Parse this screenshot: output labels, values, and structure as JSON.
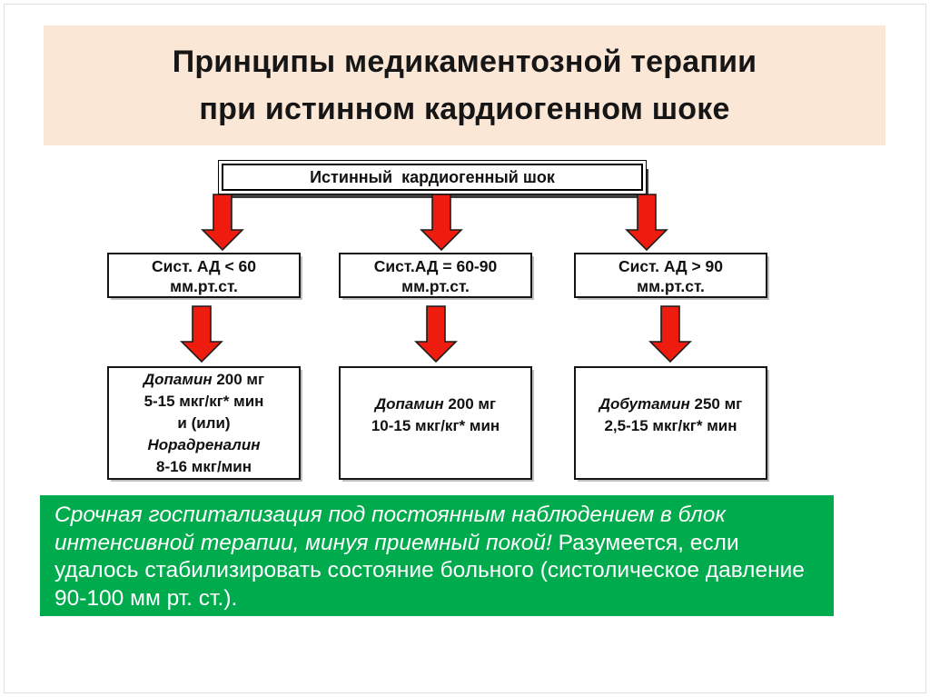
{
  "title": {
    "line1": "Принципы медикаментозной терапии",
    "line2": "при истинном кардиогенном шоке"
  },
  "flowchart": {
    "root": {
      "label": "Истинный  кардиогенный шок"
    },
    "columns": [
      {
        "bp": {
          "line1": "Сист. АД < 60",
          "line2": "мм.рт.ст."
        },
        "drug": {
          "name1": "Допамин",
          "rest1": " 200 мг",
          "line2": "5-15 мкг/кг* мин",
          "line3": "и (или)",
          "name2": "Норадреналин",
          "line5": "8-16 мкг/мин"
        }
      },
      {
        "bp": {
          "line1": "Сист.АД = 60-90",
          "line2": "мм.рт.ст."
        },
        "drug": {
          "name1": "Допамин",
          "rest1": " 200 мг",
          "line2": "10-15 мкг/кг* мин"
        }
      },
      {
        "bp": {
          "line1": "Сист. АД > 90",
          "line2": "мм.рт.ст."
        },
        "drug": {
          "name1": "Добутамин",
          "rest1": " 250 мг",
          "line2": "2,5-15 мкг/кг* мин"
        }
      }
    ]
  },
  "banner": {
    "italic_text": "Срочная госпитализация под постоянным наблюдением в блок интенсивной терапии, минуя приемный покой!",
    "regular_text": " Разумеется, если удалось стабилизировать состояние больного (систолическое давление 90-100 мм рт. ст.)."
  },
  "colors": {
    "title_bg": "#FBE7D6",
    "banner_bg": "#00AB4E",
    "arrow_red": "#EE1C0E",
    "shadow_dark": "#3d3d3d"
  }
}
